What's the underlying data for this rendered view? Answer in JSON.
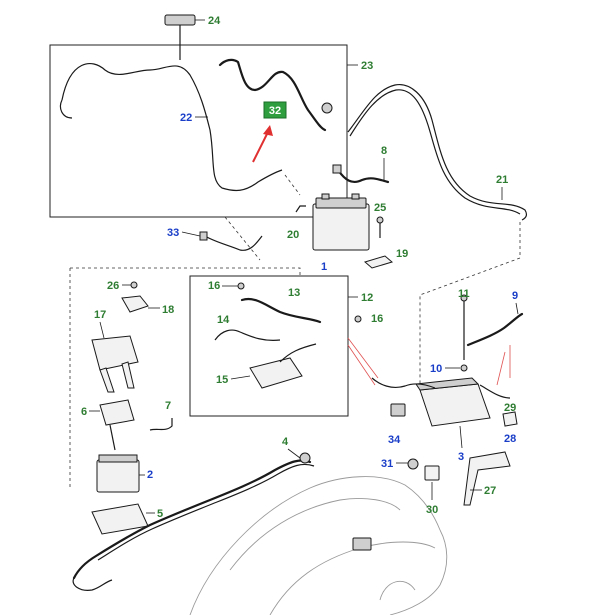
{
  "diagram": {
    "colors": {
      "green_callout": "#2e7d32",
      "blue_callout": "#1a3ec8",
      "highlight_badge": "#2e9e3e",
      "arrow": "#e03030"
    },
    "highlighted_callout": "32",
    "callouts": {
      "c1": "1",
      "c2": "2",
      "c3": "3",
      "c4": "4",
      "c5": "5",
      "c6": "6",
      "c7": "7",
      "c8": "8",
      "c9": "9",
      "c10": "10",
      "c11": "11",
      "c12": "12",
      "c13": "13",
      "c14": "14",
      "c15": "15",
      "c16a": "16",
      "c16b": "16",
      "c17": "17",
      "c18": "18",
      "c19": "19",
      "c20": "20",
      "c21": "21",
      "c22": "22",
      "c23": "23",
      "c24": "24",
      "c25": "25",
      "c26": "26",
      "c27": "27",
      "c28": "28",
      "c29": "29",
      "c30": "30",
      "c31": "31",
      "c32": "32",
      "c33": "33",
      "c34": "34"
    }
  }
}
